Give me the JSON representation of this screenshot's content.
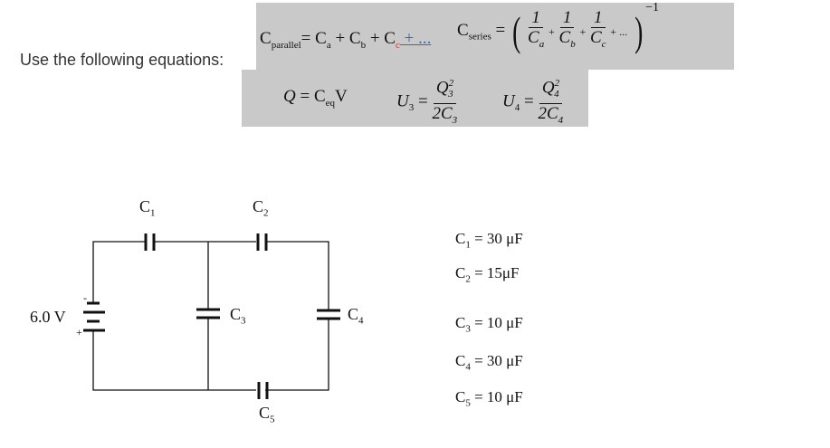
{
  "intro": "Use the following equations:",
  "equations": {
    "parallel": {
      "lhs": "C",
      "lhs_sub": "parallel",
      "rhs": "= C",
      "a": "a",
      "plus1": " + C",
      "b": "b",
      "plus2": " + C",
      "c": "c",
      "tail": " + ..."
    },
    "series": {
      "lhs": "C",
      "lhs_sub": "series",
      "eq": " =",
      "one": "1",
      "ca": "C",
      "a": "a",
      "cb": "C",
      "b": "b",
      "cc": "C",
      "c": "c",
      "plus": "+",
      "tail": "+ ...",
      "exp": "−1"
    },
    "charge": {
      "q": "Q",
      "eq": " = C",
      "sub": "eq",
      "v": "V"
    },
    "u3": {
      "u": "U",
      "sub": "3",
      "eq": " =",
      "num": "Q",
      "num_sub": "3",
      "num_sup": "2",
      "den": "2C",
      "den_sub": "3"
    },
    "u4": {
      "u": "U",
      "sub": "4",
      "eq": " =",
      "num": "Q",
      "num_sub": "4",
      "num_sup": "2",
      "den": "2C",
      "den_sub": "4"
    }
  },
  "circuit": {
    "battery_label": "6.0 V",
    "minus": "-",
    "plus": "+",
    "labels": [
      {
        "c": "C",
        "n": "1"
      },
      {
        "c": "C",
        "n": "2"
      },
      {
        "c": "C",
        "n": "3"
      },
      {
        "c": "C",
        "n": "4"
      },
      {
        "c": "C",
        "n": "5"
      }
    ]
  },
  "values": [
    {
      "c": "C",
      "n": "1",
      "v": "= 30 μF"
    },
    {
      "c": "C",
      "n": "2",
      "v": "= 15μF"
    },
    {
      "c": "C",
      "n": "3",
      "v": "= 10 μF"
    },
    {
      "c": "C",
      "n": "4",
      "v": "= 30 μF"
    },
    {
      "c": "C",
      "n": "5",
      "v": "= 10 μF"
    }
  ]
}
